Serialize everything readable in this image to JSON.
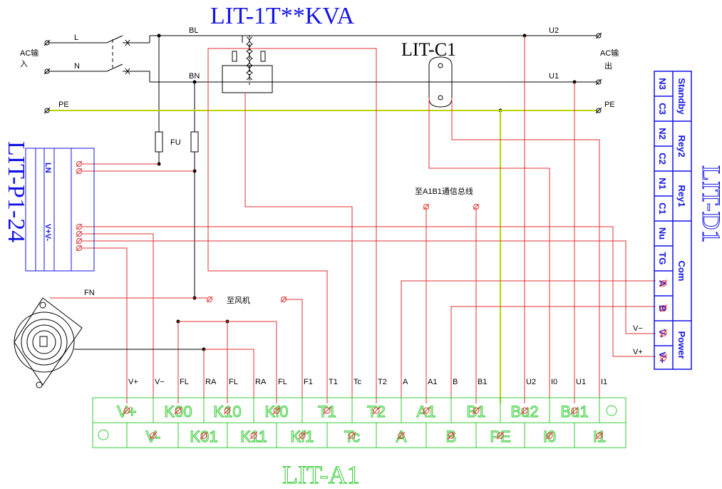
{
  "titles": {
    "transformer": "LIT-1T**KVA",
    "current_sensor": "LIT-C1",
    "power_supply": "LIT-P1-24",
    "display": "LIT-D1",
    "controller": "LIT-A1"
  },
  "labels": {
    "ac_in_1": "AC输",
    "ac_in_2": "入",
    "ac_out_1": "AC输",
    "ac_out_2": "出",
    "L": "L",
    "N": "N",
    "BL": "BL",
    "BN": "BN",
    "U2": "U2",
    "U1": "U1",
    "PE_left": "PE",
    "PE_right": "PE",
    "FU": "FU",
    "FN": "FN",
    "bus": "至A1B1通信总线",
    "fan": "至风机",
    "psu_top": "LN",
    "psu_bottom": "V+V-",
    "vminus": "V−",
    "vplus": "V+"
  },
  "wire_labels": [
    "V+",
    "V−",
    "FL",
    "RA",
    "FL",
    "RA",
    "FL",
    "F1",
    "T1",
    "Tc",
    "T2",
    "A",
    "A1",
    "B",
    "B1",
    "",
    "U2",
    "I0",
    "U1",
    "I1"
  ],
  "a1_top_row": [
    "V+",
    "K00",
    "K10",
    "Kf0",
    "T1",
    "T2",
    "A1",
    "B1",
    "Bu2",
    "Bu1"
  ],
  "a1_bottom_row": [
    "V-",
    "K01",
    "K11",
    "Kf1",
    "Tc",
    "A",
    "B",
    "PE",
    "I0",
    "I1"
  ],
  "d1": {
    "col1": [
      "N3",
      "C3",
      "N2",
      "C2",
      "N1",
      "C1",
      "Nu",
      "TG",
      "A",
      "B",
      "V-",
      "V+"
    ],
    "col2": [
      "Standby",
      "Rey2",
      "Rey1",
      "Com",
      "Power"
    ]
  },
  "colors": {
    "wire": "#e03030",
    "neutral_line": "#000000",
    "pe_line": "#b8d400",
    "green": "#33cc33",
    "blue": "#1414e6"
  }
}
